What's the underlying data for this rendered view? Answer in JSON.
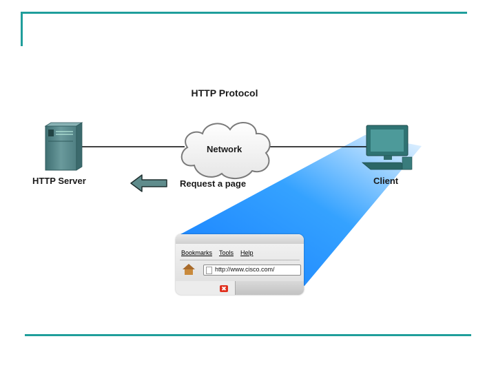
{
  "title": "HTTP Protocol",
  "nodes": {
    "server": {
      "label": "HTTP Server",
      "icon": "server-tower-icon"
    },
    "network": {
      "label": "Network",
      "icon": "cloud-icon"
    },
    "client": {
      "label": "Client",
      "icon": "desktop-computer-icon"
    }
  },
  "request": {
    "label": "Request a page",
    "arrow_direction": "left",
    "arrow_color": "#5f8c8c"
  },
  "browser": {
    "menu": [
      "Bookmarks",
      "Tools",
      "Help"
    ],
    "address_value": "http://www.cisco.com/",
    "close_glyph": "✖"
  },
  "colors": {
    "accent_rule": "#1f9e9b",
    "beam": "#1e90ff",
    "server": "#5f8f91",
    "client": "#3f8585"
  }
}
